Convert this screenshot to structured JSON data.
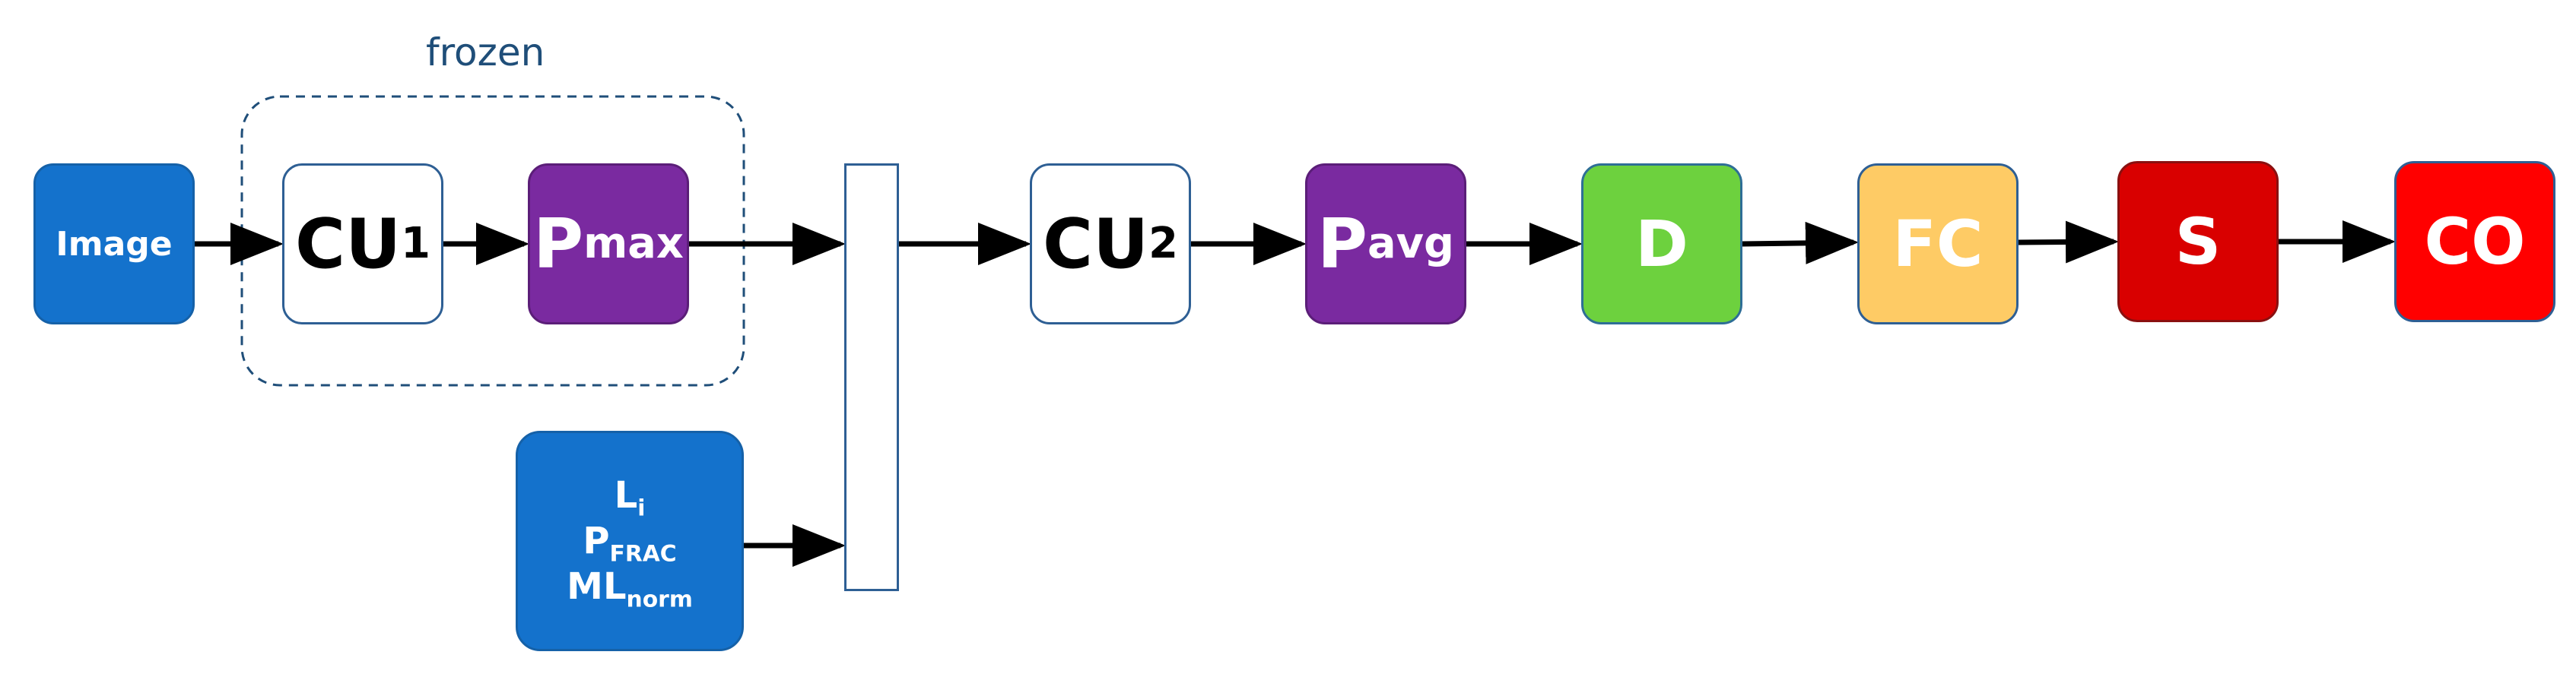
{
  "group": {
    "label": "frozen"
  },
  "nodes": {
    "image": {
      "label": "Image"
    },
    "cu1": {
      "base": "CU",
      "sub": "1"
    },
    "pmax": {
      "base": "P",
      "sub": "max"
    },
    "features": {
      "line1_base": "L",
      "line1_sub": "i",
      "line2_base": "P",
      "line2_sub": "FRAC",
      "line3_base": "ML",
      "line3_sub": "norm"
    },
    "cu2": {
      "base": "CU",
      "sub": "2"
    },
    "pavg": {
      "base": "P",
      "sub": "avg"
    },
    "d": {
      "label": "D"
    },
    "fc": {
      "label": "FC"
    },
    "s": {
      "label": "S"
    },
    "co": {
      "label": "CO"
    }
  },
  "colors": {
    "blue": "#1472CC",
    "purple": "#7A2AA0",
    "green": "#6DD13E",
    "amber": "#FECB65",
    "dark_red": "#D90000",
    "red": "#FF0000",
    "frame": "#1F4E79"
  }
}
